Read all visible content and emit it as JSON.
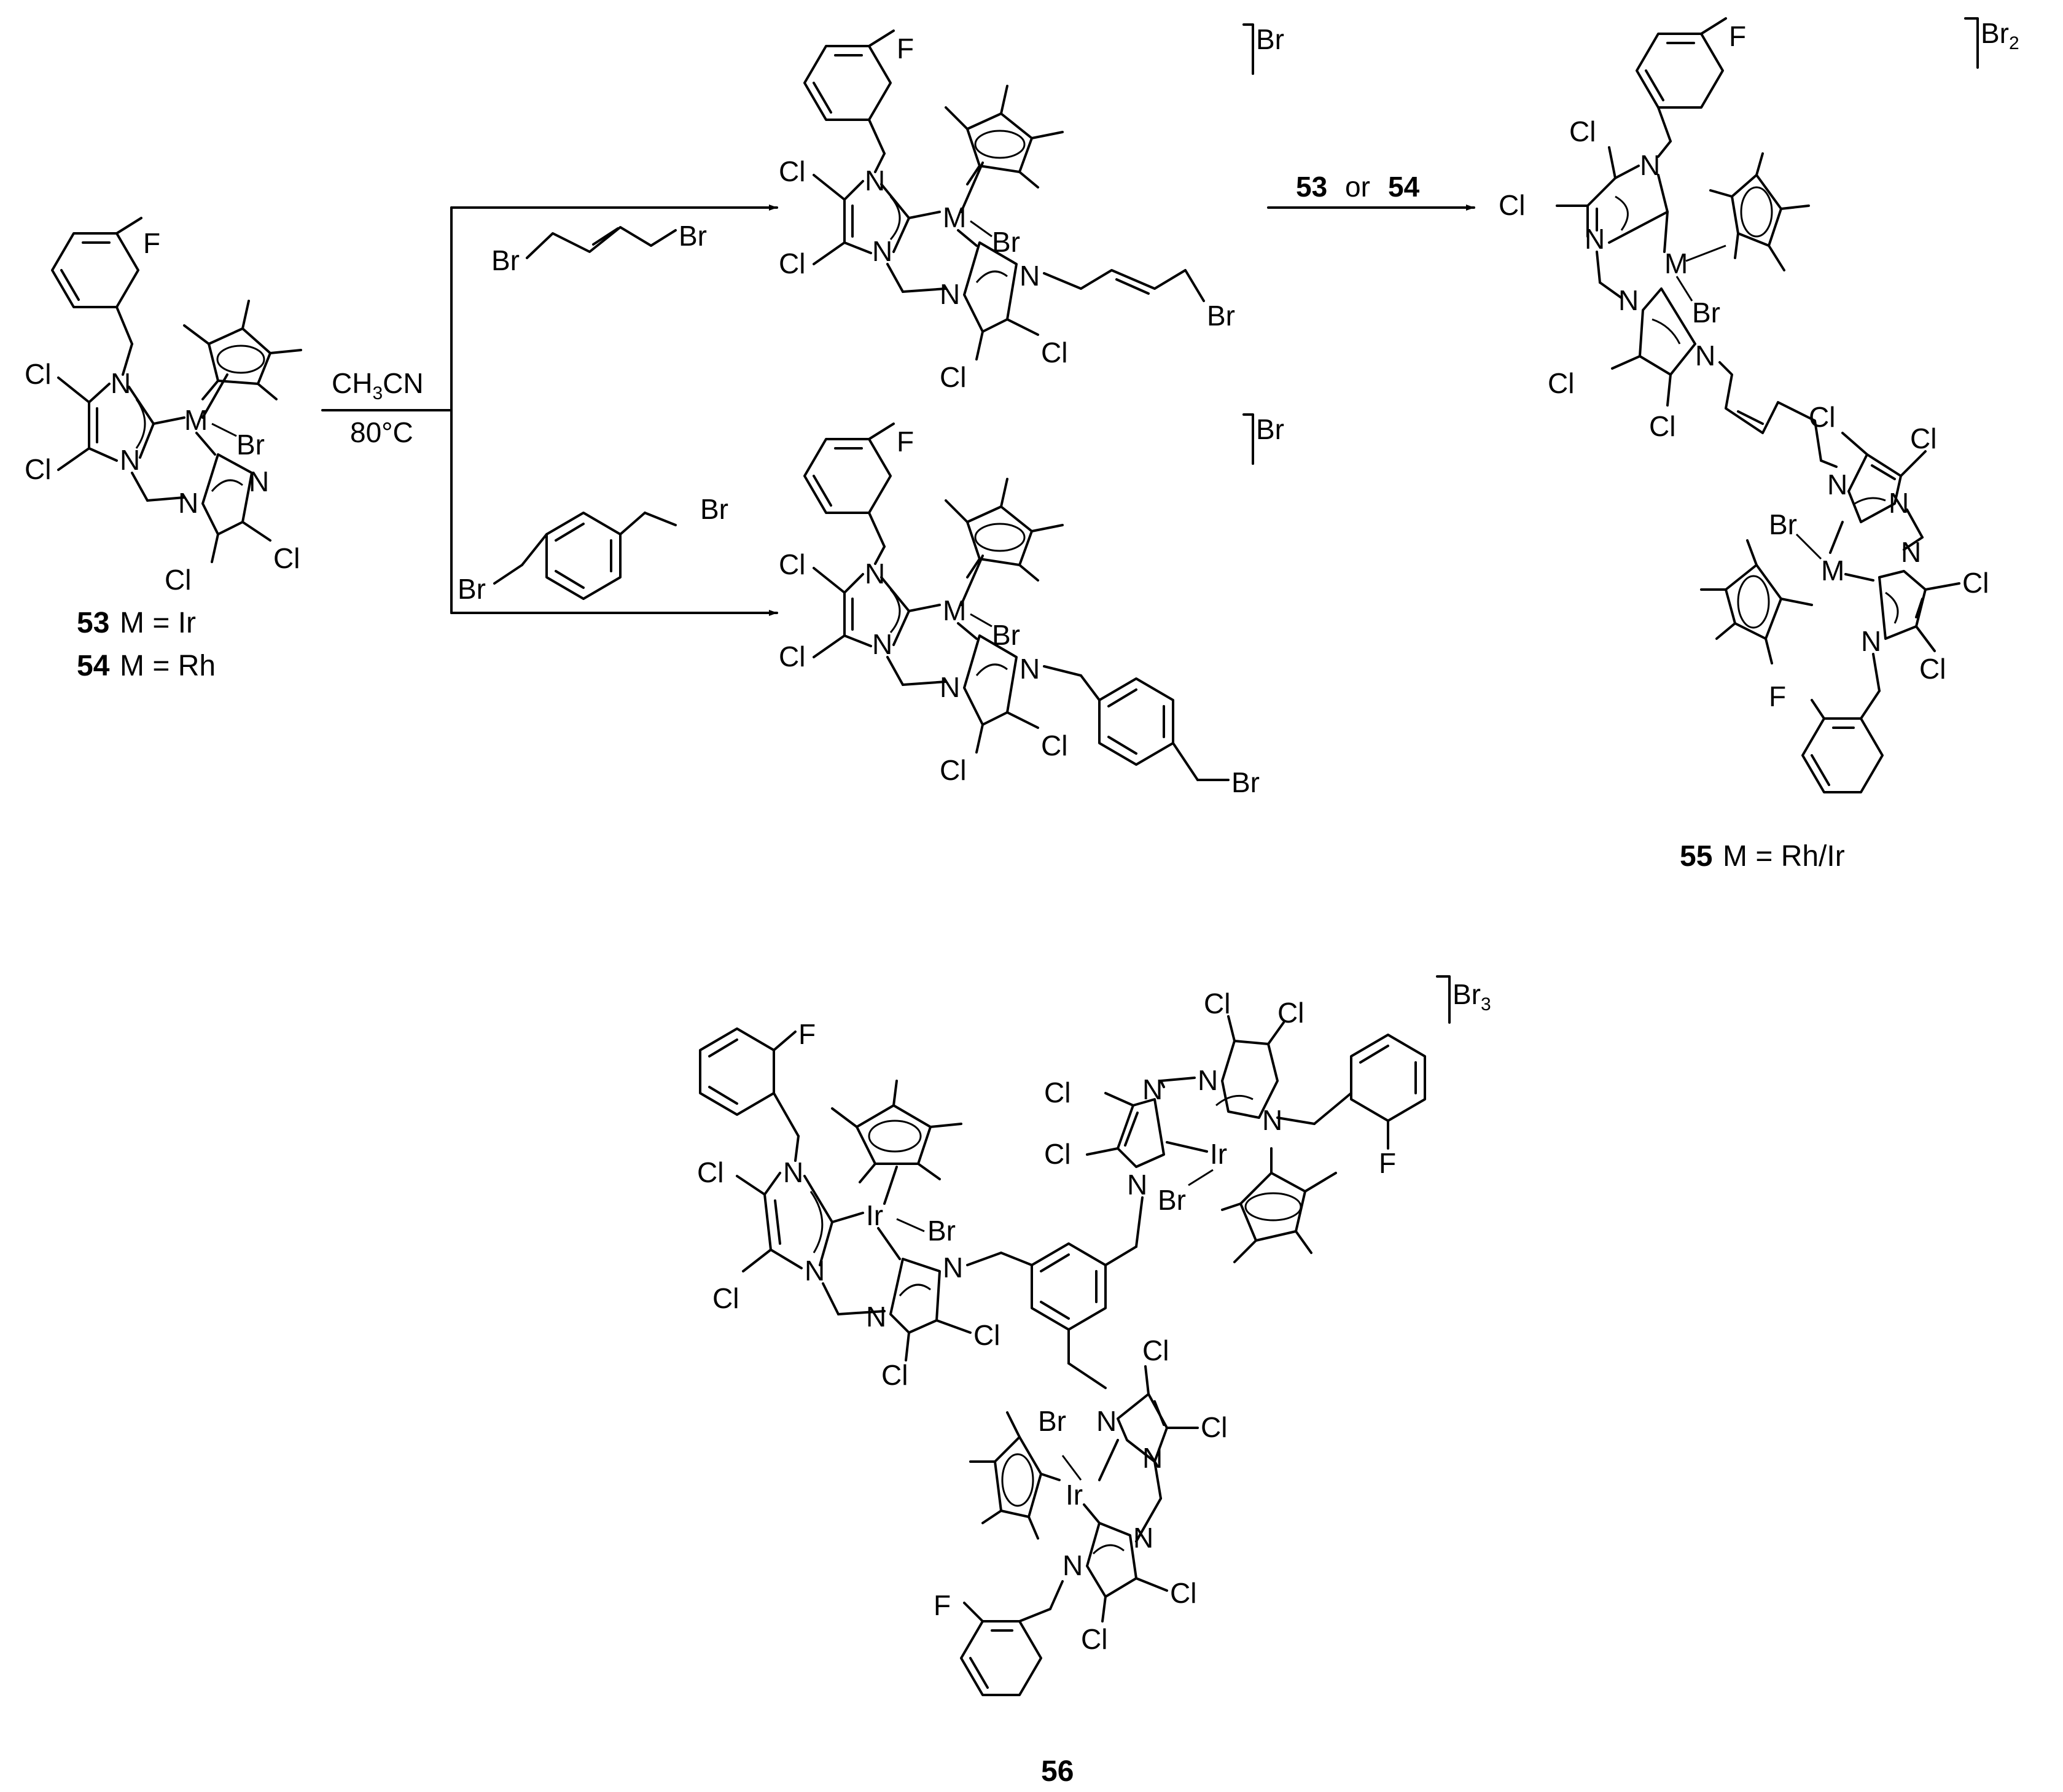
{
  "scheme": {
    "reagents": {
      "solvent_pre": "CH",
      "solvent_sub": "3",
      "solvent_post": "CN",
      "temperature": "80°C",
      "second_step_a": "53",
      "second_step_or": "or",
      "second_step_b": "54"
    },
    "counterions": {
      "top_product": "Br",
      "bottom_product": "Br",
      "dimer": "Br",
      "dimer_sub": "2",
      "trimer": "Br",
      "trimer_sub": "3"
    },
    "compound_labels": {
      "c53_num": "53",
      "c53_text": "M = Ir",
      "c54_num": "54",
      "c54_text": "M = Rh",
      "c55_num": "55",
      "c55_text": "M = Rh/Ir",
      "c56_num": "56"
    },
    "atoms": {
      "chlorine": "Cl",
      "nitrogen": "N",
      "bromine": "Br",
      "fluorine": "F",
      "metal": "M",
      "iridium": "Ir"
    }
  }
}
